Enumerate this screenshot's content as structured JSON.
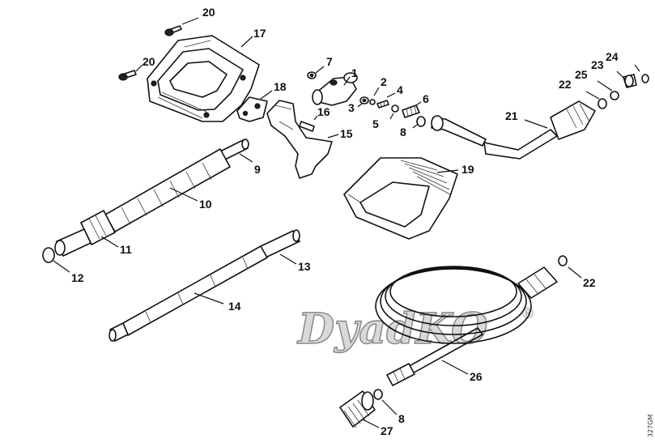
{
  "watermark": {
    "text": "DyadKO",
    "mark": "®"
  },
  "drawing_code": "327GM",
  "parts": [
    {
      "label": "20"
    },
    {
      "label": "17"
    },
    {
      "label": "20"
    },
    {
      "label": "7"
    },
    {
      "label": "1"
    },
    {
      "label": "18"
    },
    {
      "label": "2"
    },
    {
      "label": "4"
    },
    {
      "label": "3"
    },
    {
      "label": "6"
    },
    {
      "label": "16"
    },
    {
      "label": "5"
    },
    {
      "label": "8"
    },
    {
      "label": "15"
    },
    {
      "label": "24"
    },
    {
      "label": "23"
    },
    {
      "label": "25"
    },
    {
      "label": "22"
    },
    {
      "label": "21"
    },
    {
      "label": "9"
    },
    {
      "label": "19"
    },
    {
      "label": "10"
    },
    {
      "label": "11"
    },
    {
      "label": "12"
    },
    {
      "label": "13"
    },
    {
      "label": "22"
    },
    {
      "label": "14"
    },
    {
      "label": "26"
    },
    {
      "label": "8"
    },
    {
      "label": "27"
    }
  ]
}
